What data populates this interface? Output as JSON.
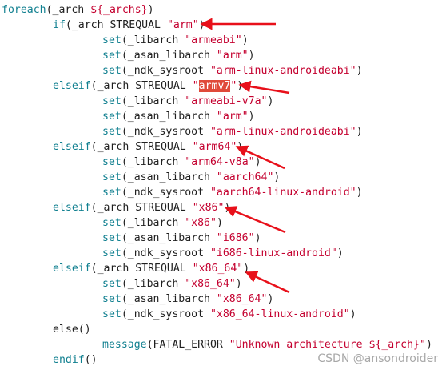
{
  "code": {
    "l1": {
      "kw": "foreach",
      "a": "(_arch ",
      "var": "${_archs}",
      "b": ")"
    },
    "l2": {
      "kw": "if",
      "a": "(_arch STREQUAL ",
      "str": "\"arm\"",
      "b": ")"
    },
    "l3": {
      "kw": "set",
      "a": "(_libarch ",
      "str": "\"armeabi\"",
      "b": ")"
    },
    "l4": {
      "kw": "set",
      "a": "(_asan_libarch ",
      "str": "\"arm\"",
      "b": ")"
    },
    "l5": {
      "kw": "set",
      "a": "(_ndk_sysroot ",
      "str": "\"arm-linux-androideabi\"",
      "b": ")"
    },
    "l6": {
      "kw": "elseif",
      "a": "(_arch STREQUAL ",
      "q1": "\"",
      "hl": "armv7",
      "q2": "\"",
      "b": ")"
    },
    "l7": {
      "kw": "set",
      "a": "(_libarch ",
      "str": "\"armeabi-v7a\"",
      "b": ")"
    },
    "l8": {
      "kw": "set",
      "a": "(_asan_libarch ",
      "str": "\"arm\"",
      "b": ")"
    },
    "l9": {
      "kw": "set",
      "a": "(_ndk_sysroot ",
      "str": "\"arm-linux-androideabi\"",
      "b": ")"
    },
    "l10": {
      "kw": "elseif",
      "a": "(_arch STREQUAL ",
      "str": "\"arm64\"",
      "b": ")"
    },
    "l11": {
      "kw": "set",
      "a": "(_libarch ",
      "str": "\"arm64-v8a\"",
      "b": ")"
    },
    "l12": {
      "kw": "set",
      "a": "(_asan_libarch ",
      "str": "\"aarch64\"",
      "b": ")"
    },
    "l13": {
      "kw": "set",
      "a": "(_ndk_sysroot ",
      "str": "\"aarch64-linux-android\"",
      "b": ")"
    },
    "l14": {
      "kw": "elseif",
      "a": "(_arch STREQUAL ",
      "str": "\"x86\"",
      "b": ")"
    },
    "l15": {
      "kw": "set",
      "a": "(_libarch ",
      "str": "\"x86\"",
      "b": ")"
    },
    "l16": {
      "kw": "set",
      "a": "(_asan_libarch ",
      "str": "\"i686\"",
      "b": ")"
    },
    "l17": {
      "kw": "set",
      "a": "(_ndk_sysroot ",
      "str": "\"i686-linux-android\"",
      "b": ")"
    },
    "l18": {
      "kw": "elseif",
      "a": "(_arch STREQUAL ",
      "str": "\"x86_64\"",
      "b": ")"
    },
    "l19": {
      "kw": "set",
      "a": "(_libarch ",
      "str": "\"x86_64\"",
      "b": ")"
    },
    "l20": {
      "kw": "set",
      "a": "(_asan_libarch ",
      "str": "\"x86_64\"",
      "b": ")"
    },
    "l21": {
      "kw": "set",
      "a": "(_ndk_sysroot ",
      "str": "\"x86_64-linux-android\"",
      "b": ")"
    },
    "l22": {
      "a": "else()"
    },
    "l23": {
      "kw": "message",
      "a": "(FATAL_ERROR ",
      "str": "\"Unknown architecture ",
      "var": "${_arch}",
      "str2": "\"",
      "b": ")"
    },
    "l24": {
      "kw": "endif",
      "a": "()"
    }
  },
  "watermark": "CSDN @ansondroider",
  "colors": {
    "keyword": "#0f7f8f",
    "string": "#c4002f",
    "highlight": "#e04a3a",
    "arrow": "#e8101a"
  },
  "annotation_arrows": {
    "count": 5,
    "color": "#e8101a"
  }
}
